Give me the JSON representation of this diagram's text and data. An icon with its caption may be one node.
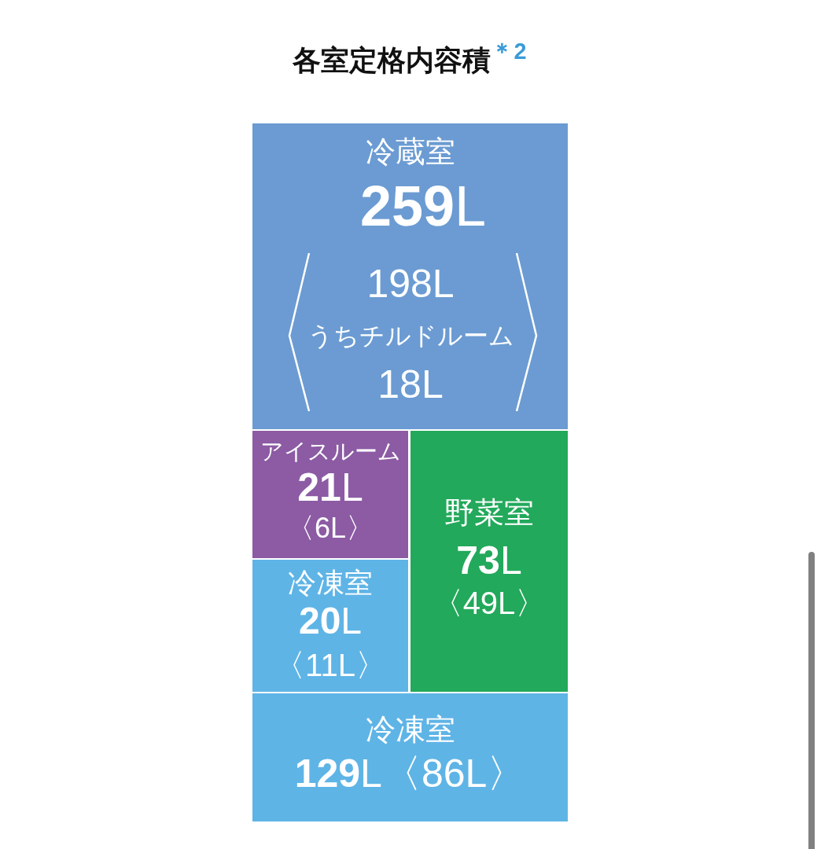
{
  "diagram": {
    "title": "各室定格内容積$^{＊2}$",
    "nodes": [
      {
        "text": [
          "冷蔵室",
          "**259**L",
          "198L",
          "うちチルドルーム",
          "18L"
        ]
      },
      {
        "text": [
          "アイスルーム",
          "**21**L",
          "〈6L〉"
        ]
      },
      {
        "text": [
          "野菜室",
          "**73**L",
          "〈49L〉"
        ]
      },
      {
        "text": [
          "冷凍室",
          "**20**L",
          "〈11L〉"
        ]
      },
      {
        "text": [
          "冷凍室",
          "**129**L〈86L〉"
        ]
      }
    ]
  }
}
